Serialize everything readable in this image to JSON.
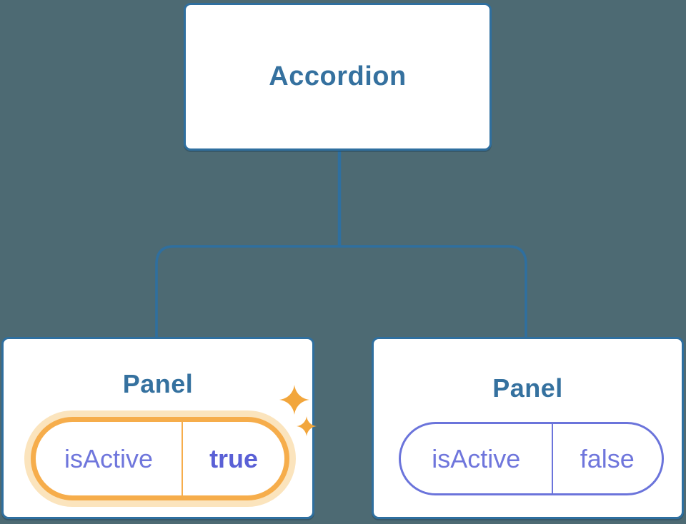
{
  "diagram": {
    "description": "Component tree diagram: an Accordion parent holding isActive state, with two Panel children",
    "root": {
      "label": "Accordion"
    },
    "panels": [
      {
        "label": "Panel",
        "state_key": "isActive",
        "state_value": "true",
        "active": true,
        "has_sparkles": true
      },
      {
        "label": "Panel",
        "state_key": "isActive",
        "state_value": "false",
        "active": false,
        "has_sparkles": false
      }
    ],
    "icons": {
      "sparkle": "four-point-star"
    },
    "colors": {
      "background": "#4d6a73",
      "node_fill": "#ffffff",
      "node_border": "#2f6f9f",
      "node_text": "#35719f",
      "connector": "#2f6f9f",
      "state_key_text": "#6f76dc",
      "state_value_active_text": "#5a60d6",
      "active_pill_border": "#f6ad4b",
      "active_pill_halo": "#fbe4bd",
      "sparkle": "#f2a63c",
      "inactive_pill_border": "#6b74db"
    }
  }
}
